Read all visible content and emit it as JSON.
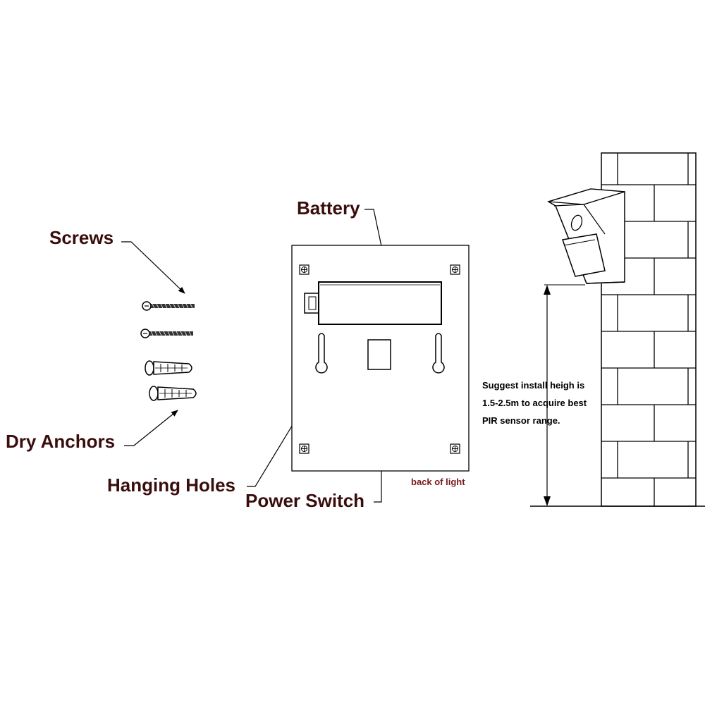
{
  "labels": {
    "screws": "Screws",
    "battery": "Battery",
    "dry_anchors": "Dry Anchors",
    "hanging_holes": "Hanging Holes",
    "power_switch": "Power Switch",
    "back_of_light": "back of light"
  },
  "note": {
    "line1": "Suggest install heigh is",
    "line2": "1.5-2.5m to acquire best",
    "line3": "PIR sensor range."
  },
  "colors": {
    "label_text": "#3a0d0d",
    "line": "#000000",
    "caption_text": "#7a1a1a"
  }
}
